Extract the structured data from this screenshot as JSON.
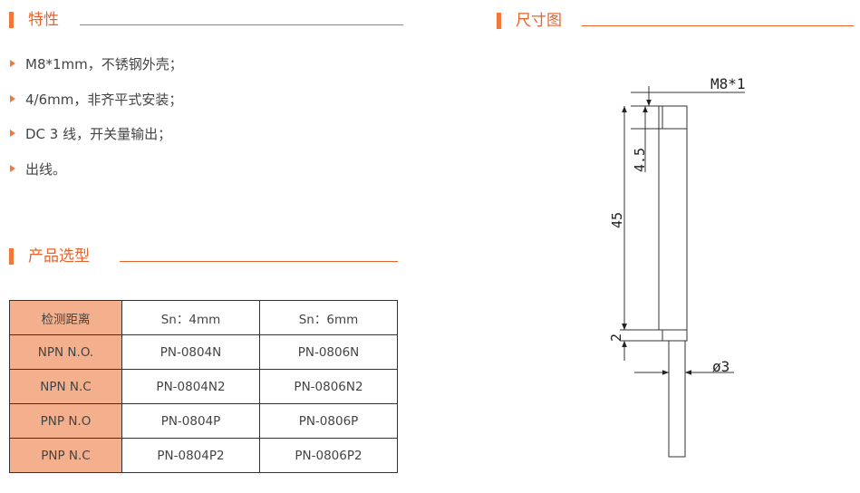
{
  "features_section": {
    "title": "特性"
  },
  "features": [
    "M8*1mm，不锈钢外壳；",
    "4/6mm，非齐平式安装；",
    "DC 3 线，开关量输出；",
    "出线。"
  ],
  "models_section": {
    "title": "产品选型"
  },
  "models_table": {
    "header": [
      "检测距离",
      "Sn：4mm",
      "Sn：6mm"
    ],
    "rows": [
      [
        "NPN N.O.",
        "PN-0804N",
        "PN-0806N"
      ],
      [
        "NPN N.C",
        "PN-0804N2",
        "PN-0806N2"
      ],
      [
        "PNP N.O",
        "PN-0804P",
        "PN-0806P"
      ],
      [
        "PNP N.C",
        "PN-0804P2",
        "PN-0806P2"
      ]
    ]
  },
  "dimension_section": {
    "title": "尺寸图"
  },
  "drawing": {
    "thread_label": "M8*1",
    "dim_top": "4.5",
    "dim_body": "45",
    "dim_bottom": "2",
    "dim_cable": "ø3"
  },
  "colors": {
    "accent": "#e8622a",
    "table_label_bg": "#f4b08c"
  }
}
